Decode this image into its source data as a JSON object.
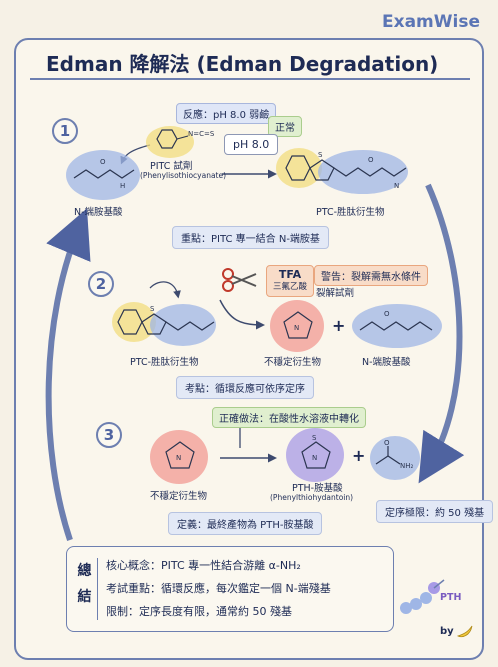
{
  "brand": "ExamWise",
  "title": "Edman 降解法 (Edman Degradation)",
  "steps": {
    "step1": {
      "number": "1",
      "tag_reaction": "反應：pH 8.0 弱鹼",
      "tag_normal": "正常",
      "ph_box": "pH 8.0",
      "pitc_label": "PITC 試劑",
      "pitc_sub": "(Phenylisothiocyanate)",
      "left_label": "N-端胺基酸",
      "right_label": "PTC-胜肽衍生物",
      "note": "重點：PITC 專一結合 N-端胺基"
    },
    "step2": {
      "number": "2",
      "tfa": "TFA",
      "tfa_sub": "三氟乙酸",
      "warning": "警告：裂解需無水條件",
      "cleave": "裂解試劑",
      "left_label": "PTC-胜肽衍生物",
      "mid_label": "不穩定衍生物",
      "right_label": "N-端胺基酸",
      "note": "考點：循環反應可依序定序"
    },
    "step3": {
      "number": "3",
      "tag_correct": "正確做法：在酸性水溶液中轉化",
      "left_label": "不穩定衍生物",
      "mid_label": "PTH-胺基酸",
      "mid_sub": "(Phenylthiohydantoin)",
      "limit_tag": "定序極限：約 50 殘基",
      "note": "定義：最終產物為 PTH-胺基酸"
    }
  },
  "summary": {
    "heading": "總結",
    "lines": [
      "核心概念：PITC 專一性結合游離 α-NH₂",
      "考試重點：循環反應，每次鑑定一個 N-端殘基",
      "限制：定序長度有限，通常約 50 殘基"
    ],
    "pth_label": "PTH"
  },
  "byline": "by",
  "colors": {
    "accent": "#6d7fb0",
    "blue_blob": "#9fb6e6",
    "yellow_blob": "#f1dc7d",
    "red_blob": "#f29a93",
    "purple_blob": "#a79ae6"
  }
}
